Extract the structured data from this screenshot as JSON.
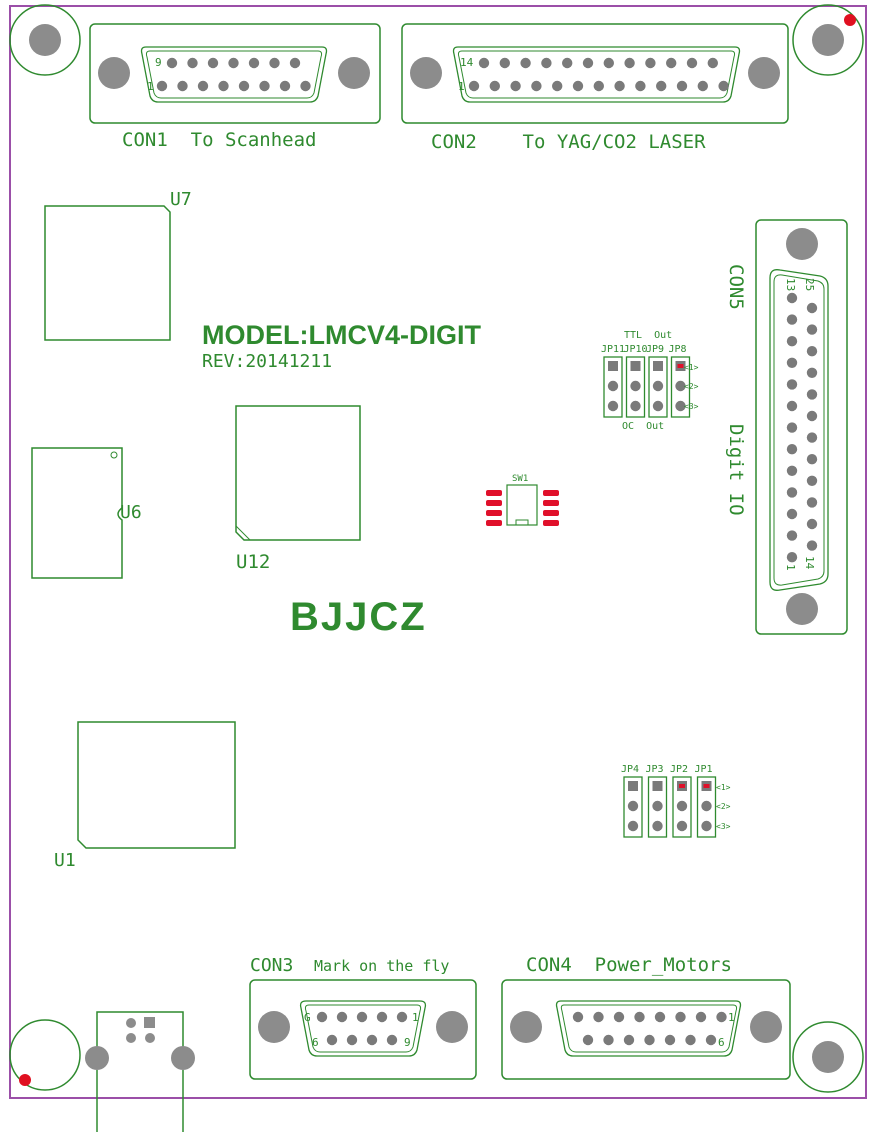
{
  "colors": {
    "outline": "#2f8a2f",
    "silk": "#2f8a2f",
    "board_edge": "#9b4fa8",
    "pad": "#7a7a7a",
    "hole_fill": "#8c8c8c",
    "smd": "#e0102a",
    "marker": "#e01020"
  },
  "board": {
    "model": "MODEL:LMCV4-DIGIT",
    "revision": "REV:20141211",
    "brand": "BJJCZ"
  },
  "connectors": {
    "con1": {
      "label": "CON1  To Scanhead",
      "pin_top": "9",
      "pin_bottom": "1"
    },
    "con2": {
      "label": "CON2    To YAG/CO2 LASER",
      "pin_top": "14",
      "pin_bottom": "1"
    },
    "con3": {
      "ref": "CON3",
      "desc": "Mark on the fly",
      "pin_a": "G",
      "pin_b": "1",
      "pin_c": "6",
      "pin_d": "9"
    },
    "con4": {
      "label": "CON4  Power_Motors",
      "pin_b": "1",
      "pin_d": "6"
    },
    "con5": {
      "ref": "CON5",
      "desc": "Digit IO",
      "pin_13": "13",
      "pin_25": "25",
      "pin_1": "1",
      "pin_14": "14"
    }
  },
  "components": {
    "u7": "U7",
    "u12": "U12",
    "u6": "U6",
    "u1": "U1",
    "sw1": "SW1"
  },
  "jumpers_top": {
    "ttl": "TTL  Out",
    "oc": "OC  Out",
    "labels": [
      "JP11",
      "JP10",
      "JP9",
      "JP8"
    ],
    "pin1": "<1>",
    "pin2": "<2>",
    "pin3": "<3>"
  },
  "jumpers_bottom": {
    "labels": [
      "JP4",
      "JP3",
      "JP2",
      "JP1"
    ],
    "pin1": "<1>",
    "pin2": "<2>",
    "pin3": "<3>"
  }
}
